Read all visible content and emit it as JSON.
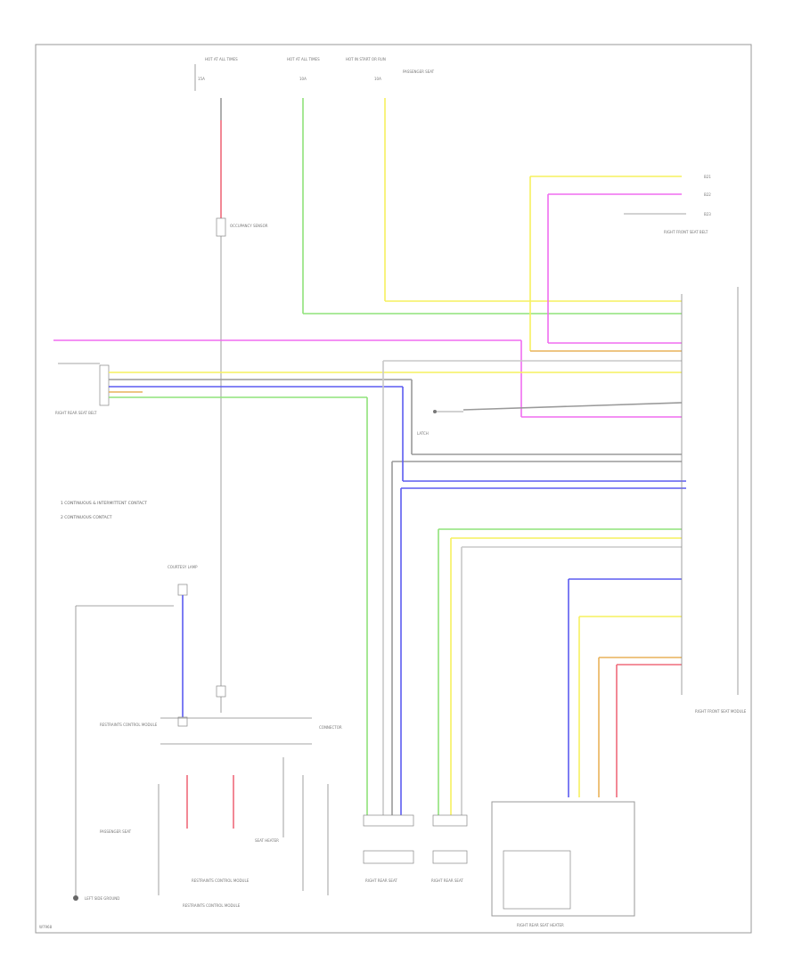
{
  "page_code": "W7968",
  "colors": {
    "red": "#ef6b7b",
    "green": "#8fe37a",
    "yellow": "#f6f05f",
    "magenta": "#f06df0",
    "blue": "#5b5bf0",
    "gray": "#9a9a9a",
    "orange": "#e9b25a",
    "lightgray": "#c8c8c8"
  },
  "legend": [
    "1  CONTINUOUS & INTERMITTENT CONTACT",
    "2  CONTINUOUS CONTACT"
  ],
  "components": {
    "fuse_1": "HOT AT ALL TIMES",
    "fuse_2": "HOT AT ALL TIMES",
    "fuse_3": "HOT IN START OR RUN",
    "fuse_4": "PASSENGER SEAT",
    "top_right_receiver": "RIGHT FRONT SEAT BELT",
    "left_buckle": "RIGHT REAR SEAT BELT",
    "center_switch": "OCCUPANCY SENSOR",
    "right_module": "RIGHT FRONT SEAT MODULE",
    "lower_left_sensor": "COURTESY LAMP",
    "left_module_1": "RESTRAINTS CONTROL MODULE",
    "left_module_2": "PASSENGER SEAT",
    "junction": "CONNECTOR",
    "bottom_box_1": "RESTRAINTS CONTROL MODULE",
    "bottom_box_2": "SEAT HEATER",
    "bottom_connector_1": "RIGHT REAR SEAT",
    "bottom_connector_2": "RIGHT REAR SEAT",
    "bottom_right_box": "RIGHT REAR SEAT HEATER",
    "left_ground": "LEFT SIDE GROUND"
  }
}
